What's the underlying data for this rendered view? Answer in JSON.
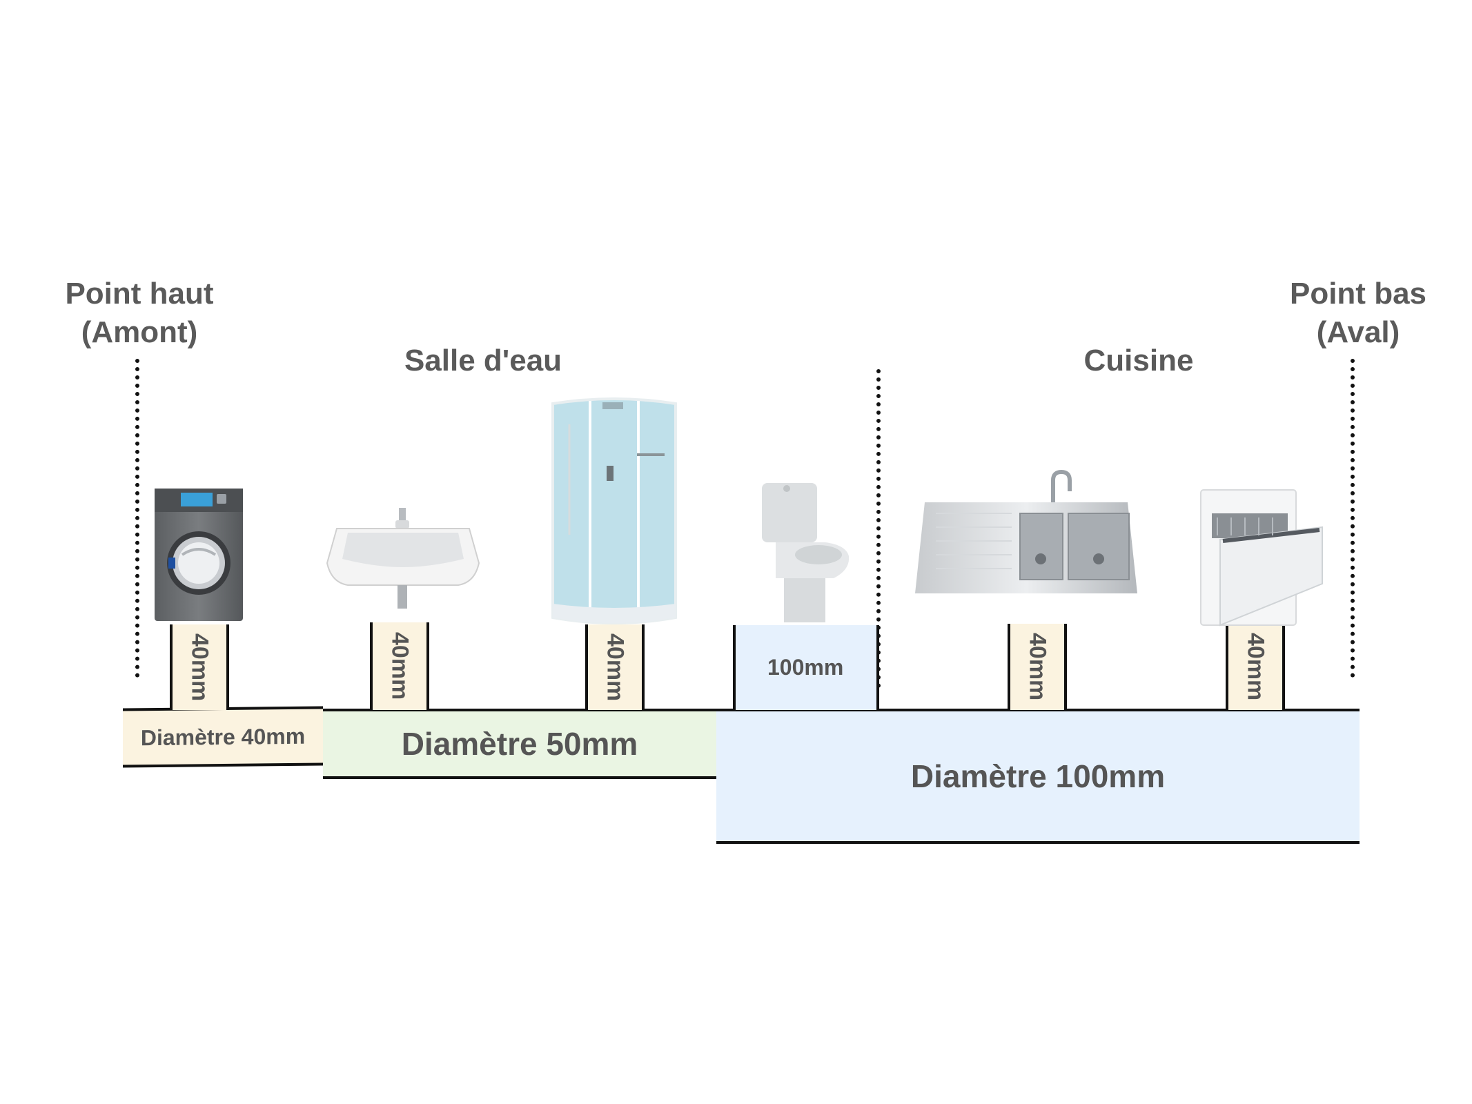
{
  "endpoints": {
    "high": {
      "line1": "Point haut",
      "line2": "(Amont)"
    },
    "low": {
      "line1": "Point bas",
      "line2": "(Aval)"
    }
  },
  "rooms": {
    "bathroom": "Salle d'eau",
    "kitchen": "Cuisine"
  },
  "drains": {
    "washer": "40mm",
    "washbasin": "40mm",
    "shower": "40mm",
    "toilet": "100mm",
    "sink": "40mm",
    "dishwasher": "40mm"
  },
  "segments": {
    "d40": "Diamètre 40mm",
    "d50": "Diamètre 50mm",
    "d100": "Diamètre 100mm"
  },
  "colors": {
    "d40_fill": "#fbf3e0",
    "d50_fill": "#eaf5e3",
    "d100_fill": "#e6f1fd",
    "text_gray": "#5a5a5a"
  },
  "appliance_icons": [
    "washing-machine-icon",
    "washbasin-icon",
    "shower-cabin-icon",
    "toilet-icon",
    "double-sink-icon",
    "dishwasher-icon"
  ]
}
